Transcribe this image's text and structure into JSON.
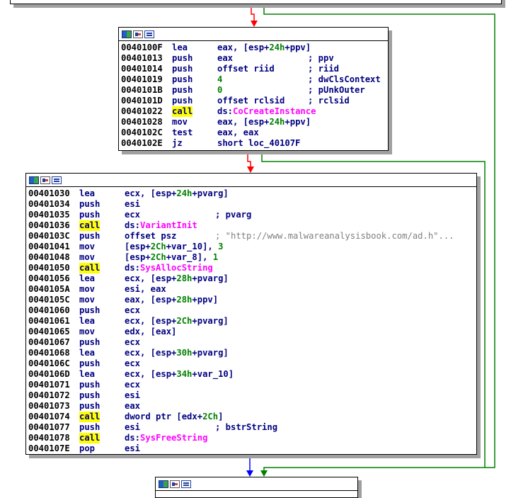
{
  "colors": {
    "edge_fail": "#ff0000",
    "edge_true": "#008000",
    "edge_normal": "#0000ff",
    "call_highlight": "#ffff00",
    "import_name": "#ff00ff",
    "operand": "#000080",
    "string_comment": "#808080"
  },
  "header_icons": [
    "node-color-icon",
    "rename-icon",
    "graph-overview-icon"
  ],
  "block1": [
    {
      "addr": "0040100F",
      "mn": "lea",
      "op": [
        [
          "t",
          "eax, [esp+"
        ],
        [
          "g",
          "24h"
        ],
        [
          "t",
          "+ppv]"
        ]
      ],
      "cm": ""
    },
    {
      "addr": "00401013",
      "mn": "push",
      "op": [
        [
          "t",
          "eax"
        ]
      ],
      "cm": "; ppv"
    },
    {
      "addr": "00401014",
      "mn": "push",
      "op": [
        [
          "t",
          "offset riid"
        ]
      ],
      "cm": "; riid"
    },
    {
      "addr": "00401019",
      "mn": "push",
      "op": [
        [
          "g",
          "4"
        ]
      ],
      "cm": "; dwClsContext"
    },
    {
      "addr": "0040101B",
      "mn": "push",
      "op": [
        [
          "g",
          "0"
        ]
      ],
      "cm": "; pUnkOuter"
    },
    {
      "addr": "0040101D",
      "mn": "push",
      "op": [
        [
          "t",
          "offset rclsid"
        ]
      ],
      "cm": "; rclsid"
    },
    {
      "addr": "00401022",
      "mn": "call",
      "op": [
        [
          "t",
          "ds:"
        ],
        [
          "i",
          "CoCreateInstance"
        ]
      ],
      "cm": ""
    },
    {
      "addr": "00401028",
      "mn": "mov",
      "op": [
        [
          "t",
          "eax, [esp+"
        ],
        [
          "g",
          "24h"
        ],
        [
          "t",
          "+ppv]"
        ]
      ],
      "cm": ""
    },
    {
      "addr": "0040102C",
      "mn": "test",
      "op": [
        [
          "t",
          "eax, eax"
        ]
      ],
      "cm": ""
    },
    {
      "addr": "0040102E",
      "mn": "jz",
      "op": [
        [
          "t",
          "short loc_40107F"
        ]
      ],
      "cm": ""
    }
  ],
  "block2": [
    {
      "addr": "00401030",
      "mn": "lea",
      "op": [
        [
          "t",
          "ecx, [esp+"
        ],
        [
          "g",
          "24h"
        ],
        [
          "t",
          "+pvarg]"
        ]
      ],
      "cm": ""
    },
    {
      "addr": "00401034",
      "mn": "push",
      "op": [
        [
          "t",
          "esi"
        ]
      ],
      "cm": ""
    },
    {
      "addr": "00401035",
      "mn": "push",
      "op": [
        [
          "t",
          "ecx"
        ]
      ],
      "cm": "; pvarg"
    },
    {
      "addr": "00401036",
      "mn": "call",
      "op": [
        [
          "t",
          "ds:"
        ],
        [
          "i",
          "VariantInit"
        ]
      ],
      "cm": ""
    },
    {
      "addr": "0040103C",
      "mn": "push",
      "op": [
        [
          "t",
          "offset psz"
        ]
      ],
      "cm": "; \"http://www.malwareanalysisbook.com/ad.h\"..."
    },
    {
      "addr": "00401041",
      "mn": "mov",
      "op": [
        [
          "t",
          "[esp+"
        ],
        [
          "g",
          "2Ch"
        ],
        [
          "t",
          "+var_10], "
        ],
        [
          "g",
          "3"
        ]
      ],
      "cm": ""
    },
    {
      "addr": "00401048",
      "mn": "mov",
      "op": [
        [
          "t",
          "[esp+"
        ],
        [
          "g",
          "2Ch"
        ],
        [
          "t",
          "+var_8], "
        ],
        [
          "g",
          "1"
        ]
      ],
      "cm": ""
    },
    {
      "addr": "00401050",
      "mn": "call",
      "op": [
        [
          "t",
          "ds:"
        ],
        [
          "i",
          "SysAllocString"
        ]
      ],
      "cm": ""
    },
    {
      "addr": "00401056",
      "mn": "lea",
      "op": [
        [
          "t",
          "ecx, [esp+"
        ],
        [
          "g",
          "28h"
        ],
        [
          "t",
          "+pvarg]"
        ]
      ],
      "cm": ""
    },
    {
      "addr": "0040105A",
      "mn": "mov",
      "op": [
        [
          "t",
          "esi, eax"
        ]
      ],
      "cm": ""
    },
    {
      "addr": "0040105C",
      "mn": "mov",
      "op": [
        [
          "t",
          "eax, [esp+"
        ],
        [
          "g",
          "28h"
        ],
        [
          "t",
          "+ppv]"
        ]
      ],
      "cm": ""
    },
    {
      "addr": "00401060",
      "mn": "push",
      "op": [
        [
          "t",
          "ecx"
        ]
      ],
      "cm": ""
    },
    {
      "addr": "00401061",
      "mn": "lea",
      "op": [
        [
          "t",
          "ecx, [esp+"
        ],
        [
          "g",
          "2Ch"
        ],
        [
          "t",
          "+pvarg]"
        ]
      ],
      "cm": ""
    },
    {
      "addr": "00401065",
      "mn": "mov",
      "op": [
        [
          "t",
          "edx, [eax]"
        ]
      ],
      "cm": ""
    },
    {
      "addr": "00401067",
      "mn": "push",
      "op": [
        [
          "t",
          "ecx"
        ]
      ],
      "cm": ""
    },
    {
      "addr": "00401068",
      "mn": "lea",
      "op": [
        [
          "t",
          "ecx, [esp+"
        ],
        [
          "g",
          "30h"
        ],
        [
          "t",
          "+pvarg]"
        ]
      ],
      "cm": ""
    },
    {
      "addr": "0040106C",
      "mn": "push",
      "op": [
        [
          "t",
          "ecx"
        ]
      ],
      "cm": ""
    },
    {
      "addr": "0040106D",
      "mn": "lea",
      "op": [
        [
          "t",
          "ecx, [esp+"
        ],
        [
          "g",
          "34h"
        ],
        [
          "t",
          "+var_10]"
        ]
      ],
      "cm": ""
    },
    {
      "addr": "00401071",
      "mn": "push",
      "op": [
        [
          "t",
          "ecx"
        ]
      ],
      "cm": ""
    },
    {
      "addr": "00401072",
      "mn": "push",
      "op": [
        [
          "t",
          "esi"
        ]
      ],
      "cm": ""
    },
    {
      "addr": "00401073",
      "mn": "push",
      "op": [
        [
          "t",
          "eax"
        ]
      ],
      "cm": ""
    },
    {
      "addr": "00401074",
      "mn": "call",
      "op": [
        [
          "t",
          "dword ptr [edx+"
        ],
        [
          "g",
          "2Ch"
        ],
        [
          "t",
          "]"
        ]
      ],
      "cm": ""
    },
    {
      "addr": "00401077",
      "mn": "push",
      "op": [
        [
          "t",
          "esi"
        ]
      ],
      "cm": "; bstrString"
    },
    {
      "addr": "00401078",
      "mn": "call",
      "op": [
        [
          "t",
          "ds:"
        ],
        [
          "i",
          "SysFreeString"
        ]
      ],
      "cm": ""
    },
    {
      "addr": "0040107E",
      "mn": "pop",
      "op": [
        [
          "t",
          "esi"
        ]
      ],
      "cm": ""
    }
  ]
}
